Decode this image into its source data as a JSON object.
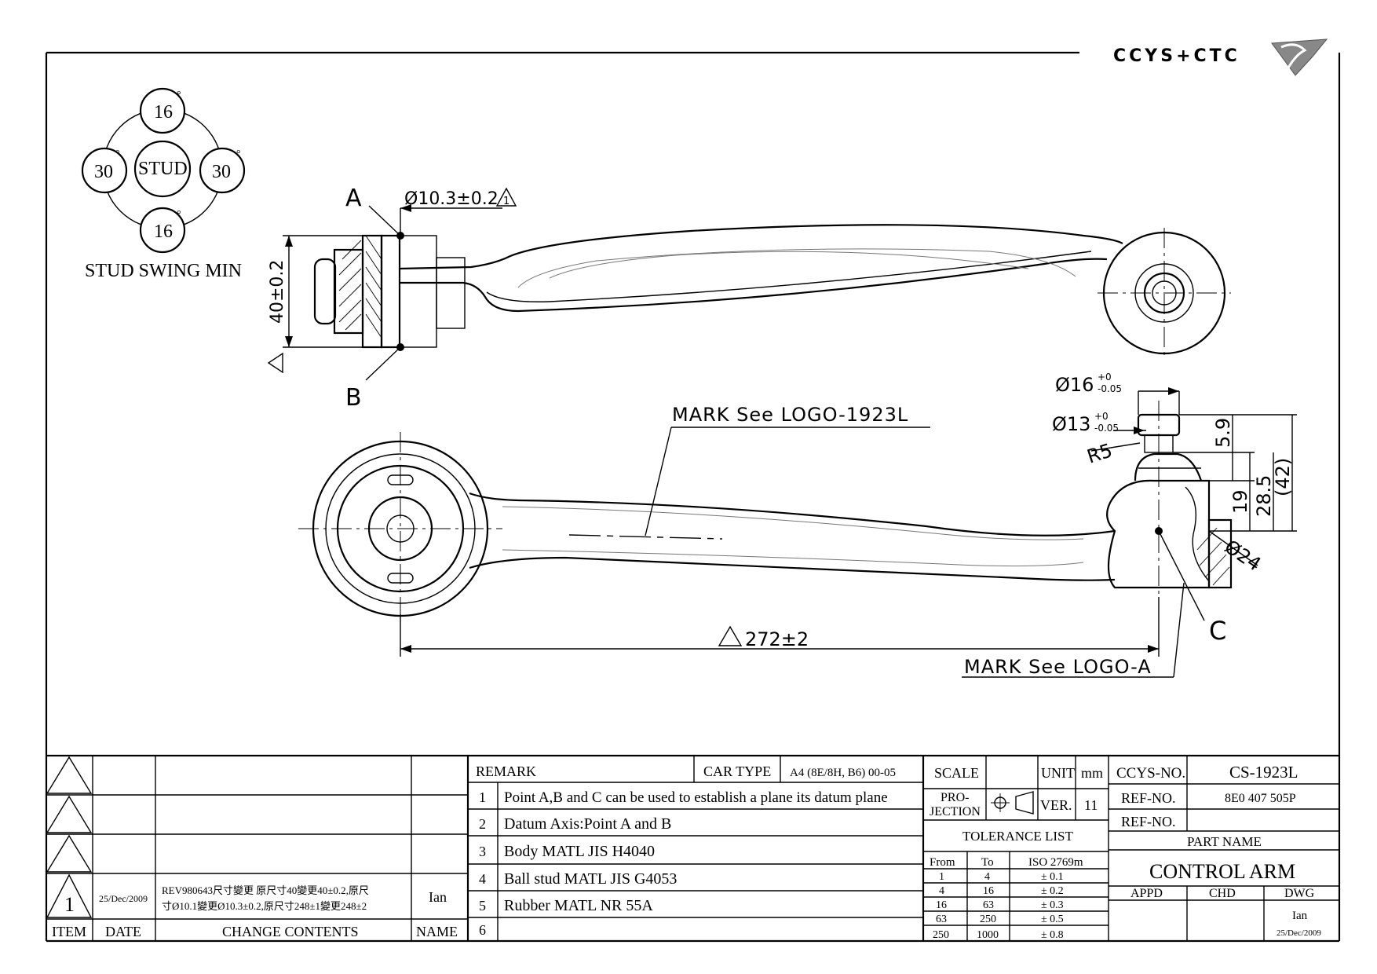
{
  "logo": {
    "text": "CCYS+CTC"
  },
  "stud_swing": {
    "title": "STUD SWING MIN",
    "center": "STUD",
    "top": "16",
    "bottom": "16",
    "left": "30",
    "right": "30",
    "degree_symbol": "°"
  },
  "top_view": {
    "point_a": "A",
    "point_b": "B",
    "dia_label": "Ø10.3±0.2",
    "height_label": "40±0.2",
    "rev_mark": "1"
  },
  "side_view": {
    "mark_logo_1923l": "MARK See LOGO-1923L",
    "mark_logo_a": "MARK See LOGO-A",
    "point_c": "C",
    "length_label": "272±2",
    "dia16": "Ø16",
    "dia16_tol": [
      "+0",
      "-0.05"
    ],
    "dia13": "Ø13",
    "dia13_tol": [
      "+0",
      "-0.05"
    ],
    "r5": "R5",
    "d5_9": "5.9",
    "d19": "19",
    "d28_5": "28.5",
    "d42": "(42)",
    "dia24": "Ø24"
  },
  "revision_table": {
    "headers": {
      "item": "ITEM",
      "date": "DATE",
      "change": "CHANGE CONTENTS",
      "name": "NAME"
    },
    "rows": [
      {
        "item": "",
        "date": "",
        "change": "",
        "name": ""
      },
      {
        "item": "",
        "date": "",
        "change": "",
        "name": ""
      },
      {
        "item": "",
        "date": "",
        "change": "",
        "name": ""
      },
      {
        "item": "1",
        "date": "25/Dec/2009",
        "change_line1": "REV980643尺寸變更 原尺寸40變更40±0.2,原尺",
        "change_line2": "寸Ø10.1變更Ø10.3±0.2,原尺寸248±1變更248±2",
        "name": "Ian"
      }
    ]
  },
  "remarks": {
    "title": "REMARK",
    "car_type_label": "CAR TYPE",
    "car_type_value": "A4 (8E/8H, B6) 00-05",
    "items": [
      {
        "no": "1",
        "text": "Point A,B and C can be used to establish a plane its datum plane"
      },
      {
        "no": "2",
        "text": "Datum Axis:Point A and B"
      },
      {
        "no": "3",
        "text": "Body MATL JIS H4040"
      },
      {
        "no": "4",
        "text": "Ball stud MATL JIS G4053"
      },
      {
        "no": "5",
        "text": "Rubber MATL NR 55A"
      },
      {
        "no": "6",
        "text": ""
      }
    ]
  },
  "scale_block": {
    "scale_label": "SCALE",
    "scale_value": "",
    "unit_label": "UNIT",
    "unit_value": "mm",
    "projection_label_1": "PRO-",
    "projection_label_2": "JECTION",
    "ver_label": "VER.",
    "ver_value": "11",
    "tolerance_title": "TOLERANCE LIST",
    "tol_headers": [
      "From",
      "To",
      "ISO 2769m"
    ],
    "tol_rows": [
      [
        "1",
        "4",
        "± 0.1"
      ],
      [
        "4",
        "16",
        "± 0.2"
      ],
      [
        "16",
        "63",
        "± 0.3"
      ],
      [
        "63",
        "250",
        "± 0.5"
      ],
      [
        "250",
        "1000",
        "± 0.8"
      ]
    ]
  },
  "title_block": {
    "ccys_no_label": "CCYS-NO.",
    "ccys_no_value": "CS-1923L",
    "ref_no_label": "REF-NO.",
    "ref_no_value": "8E0 407 505P",
    "ref_no2_label": "REF-NO.",
    "ref_no2_value": "",
    "part_name_label": "PART NAME",
    "part_name_value": "CONTROL ARM",
    "appd_label": "APPD",
    "chd_label": "CHD",
    "dwg_label": "DWG",
    "appd_value": "",
    "chd_value": "",
    "dwg_value": "Ian",
    "dwg_date": "25/Dec/2009"
  }
}
